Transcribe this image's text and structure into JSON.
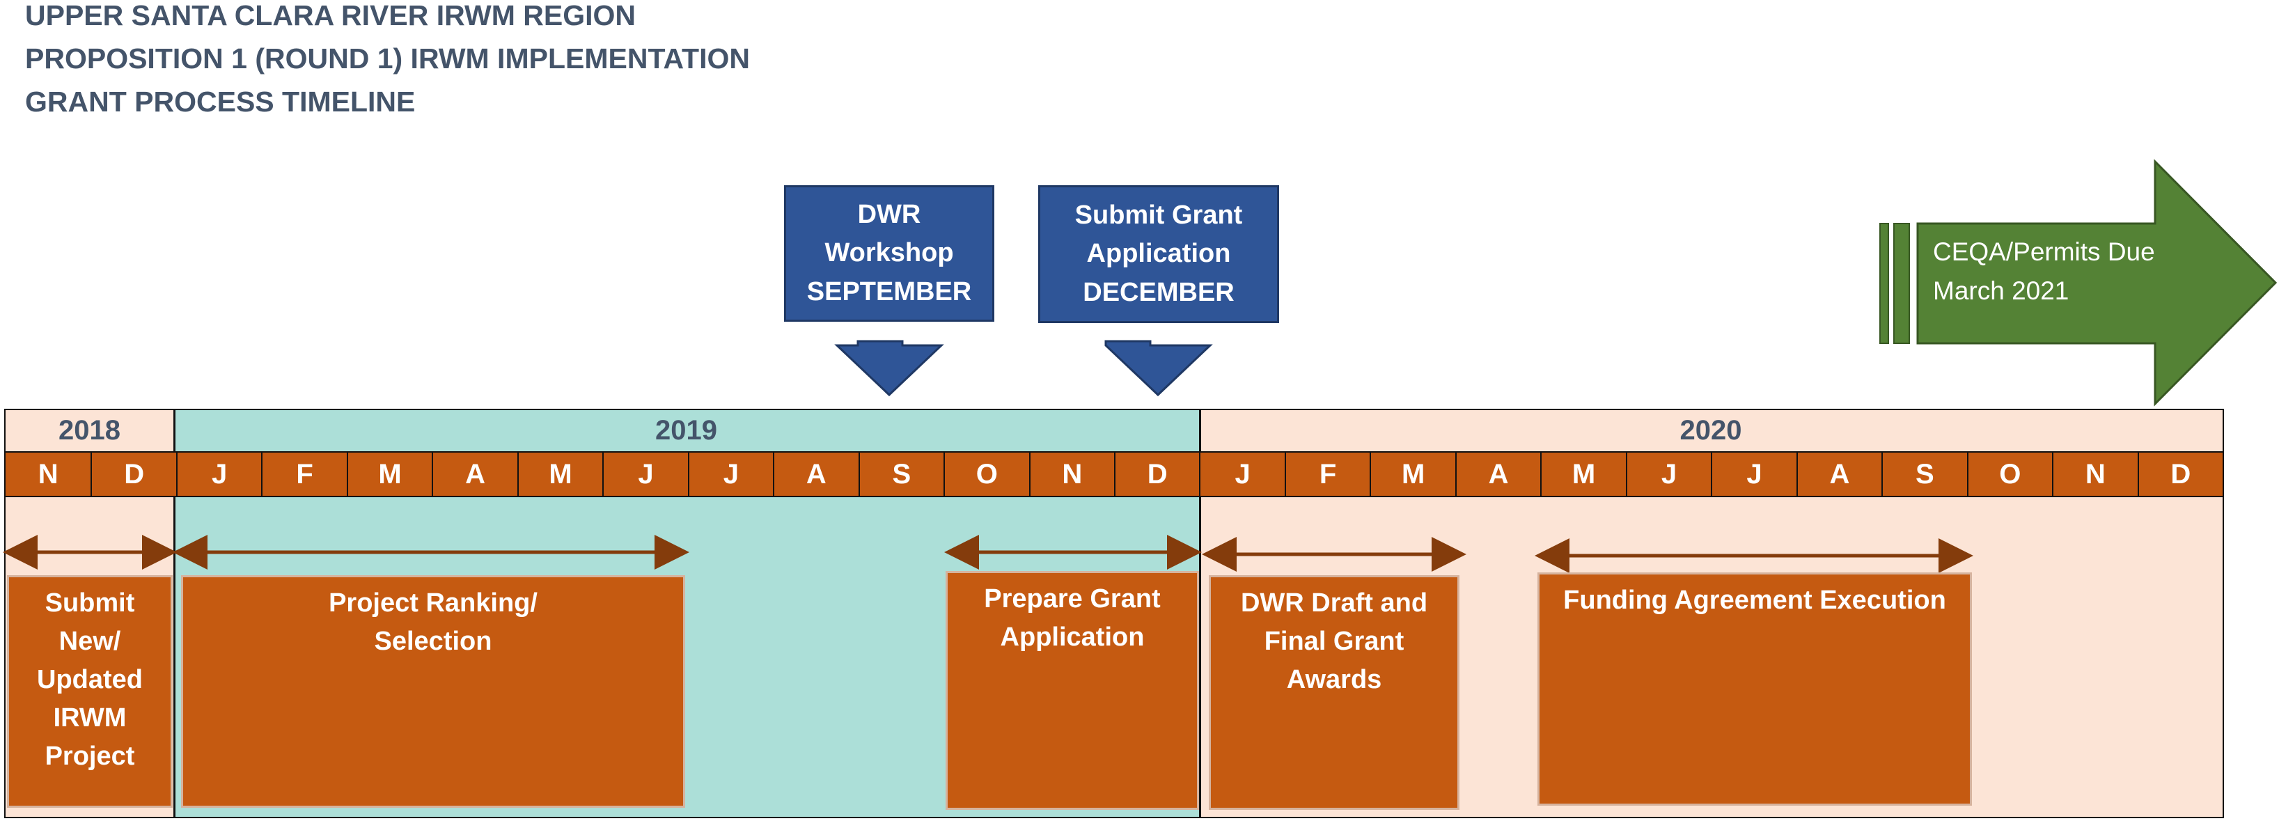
{
  "title_lines": [
    "UPPER SANTA CLARA RIVER IRWM REGION",
    "PROPOSITION 1 (ROUND 1) IRWM IMPLEMENTATION",
    "GRANT PROCESS TIMELINE"
  ],
  "callouts": [
    {
      "lines": [
        "DWR",
        "Workshop",
        "SEPTEMBER"
      ]
    },
    {
      "lines": [
        "Submit Grant",
        "Application",
        "DECEMBER"
      ]
    }
  ],
  "deadline": {
    "lines": [
      "CEQA/Permits Due",
      "March 2021"
    ]
  },
  "years": [
    {
      "label": "2018",
      "months": 2
    },
    {
      "label": "2019",
      "months": 12
    },
    {
      "label": "2020",
      "months": 12
    }
  ],
  "months": [
    "N",
    "D",
    "J",
    "F",
    "M",
    "A",
    "M",
    "J",
    "J",
    "A",
    "S",
    "O",
    "N",
    "D",
    "J",
    "F",
    "M",
    "A",
    "M",
    "J",
    "J",
    "A",
    "S",
    "O",
    "N",
    "D"
  ],
  "tasks": [
    {
      "lines": [
        "Submit",
        "New/",
        "Updated",
        "IRWM",
        "Project"
      ]
    },
    {
      "lines": [
        "Project Ranking/",
        "Selection"
      ]
    },
    {
      "lines": [
        "Prepare Grant",
        "Application"
      ]
    },
    {
      "lines": [
        "DWR Draft and",
        "Final Grant",
        "Awards"
      ]
    },
    {
      "lines": [
        "Funding Agreement Execution"
      ]
    }
  ],
  "colors": {
    "title": "#44546a",
    "callout_fill": "#2f5597",
    "deadline_arrow": "#548235",
    "month_bar": "#c55a11",
    "task_fill": "#c55a11",
    "span_arrow": "#843c0c",
    "band_2018": "#fce4d6",
    "band_2019": "#acdfd8",
    "band_2020": "#fce4d6"
  }
}
